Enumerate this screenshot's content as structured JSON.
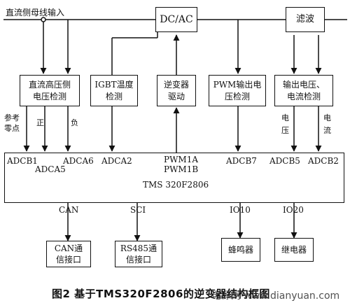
{
  "input_label": "直流侧母线输入",
  "blocks": {
    "dcac": "DC/AC",
    "filter": "滤波",
    "dc_hv": "直流高压侧\n电压检测",
    "igbt": "IGBT温度\n检测",
    "driver": "逆变器\n驱动",
    "pwm_out": "PWM输出电\n压检测",
    "out_vc": "输出电压、\n电流检测",
    "mcu": "TMS 320F2806",
    "can": "CAN通\n信接口",
    "rs485": "RS485通\n信接口",
    "buzzer": "蜂鸣器",
    "relay": "继电器"
  },
  "signals": {
    "ref_zero": "参考\n零点",
    "pos": "正",
    "neg": "负",
    "voltage": "电\n压",
    "current": "电\n流"
  },
  "pins": {
    "adcb1": "ADCB1",
    "adca5": "ADCA5",
    "adca6": "ADCA6",
    "adca2": "ADCA2",
    "pwm1a": "PWM1A",
    "pwm1b": "PWM1B",
    "adcb7": "ADCB7",
    "adcb5": "ADCB5",
    "adcb2": "ADCB2",
    "can": "CAN",
    "sci": "SCI",
    "io10": "IO10",
    "io20": "IO20"
  },
  "caption": "图2  基于TMS320F2806的逆变器结构框图",
  "watermark": "电源网 www.dianyuan.com"
}
